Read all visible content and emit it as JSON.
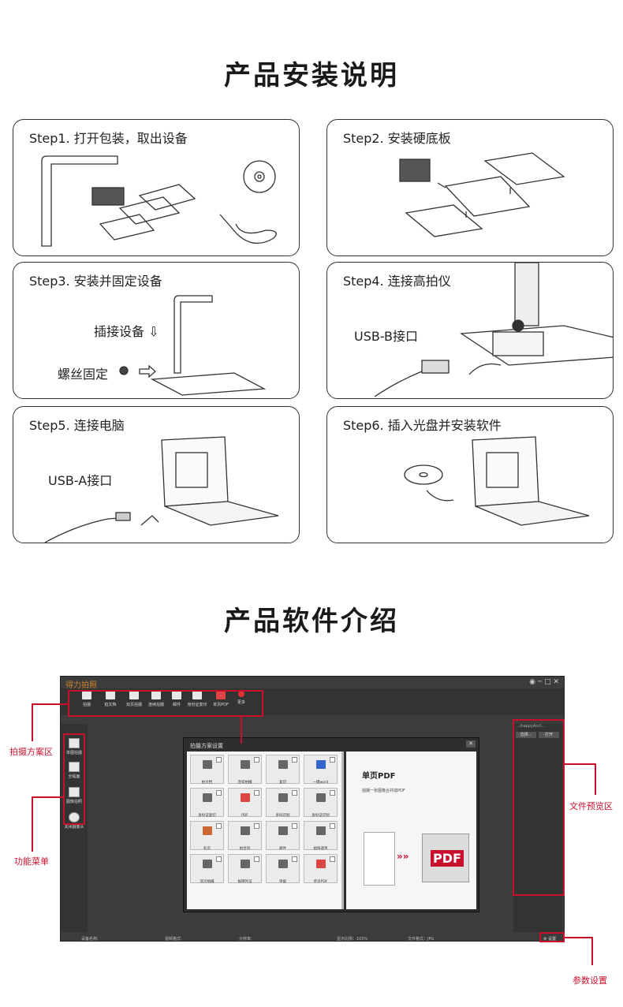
{
  "install": {
    "title": "产品安装说明",
    "steps": [
      {
        "label": "Step1. 打开包装，取出设备"
      },
      {
        "label": "Step2. 安装硬底板"
      },
      {
        "label": "Step3. 安装并固定设备"
      },
      {
        "label": "Step4. 连接高拍仪"
      },
      {
        "label": "Step5. 连接电脑"
      },
      {
        "label": "Step6. 插入光盘并安装软件"
      }
    ],
    "step3_plug": "插接设备 ⇩",
    "step3_screw": "螺丝固定",
    "step4_port": "USB-B接口",
    "step5_port": "USB-A接口"
  },
  "software": {
    "title": "产品软件介绍",
    "app_title": "得力拍照",
    "toolbar": [
      "拍摄",
      "拍文档",
      "双页拍摄",
      "连续拍摄",
      "邮件",
      "身份证复印",
      "单页PDF",
      "更多"
    ],
    "sidebar": [
      "单图拍摄",
      "全幅面",
      "图像拍照",
      "关闭摄像头"
    ],
    "path": "...\\happyAcct...",
    "select_btn": "选择...",
    "open_btn": "打开",
    "dialog": {
      "title": "拍摄方案设置",
      "tiles": [
        "拍文档",
        "连续拍摄",
        "复印",
        "一键word",
        "身份证复印",
        "PDF",
        "条码识别",
        "身份证识别",
        "彩页",
        "拍合同",
        "邮件",
        "拍快递单",
        "双页拍摄",
        "报销凭证",
        "单据",
        "单页PDF"
      ],
      "preview_title": "单页PDF",
      "preview_desc": "拍摄一张图像合并成PDF",
      "pdf_text": "PDF"
    },
    "status": {
      "device": "设备名称:",
      "video": "视频格式:",
      "resolution": "分辨率:",
      "ratio": "显示比例：100%",
      "filetype": "文件格式：JPG",
      "settings": "设置"
    },
    "annotations": {
      "capture": "拍摄方案区",
      "menu": "功能菜单",
      "preview": "文件预览区",
      "params": "参数设置"
    },
    "colors": {
      "accent": "#c8102e",
      "app_bg": "#3c3c3c"
    }
  }
}
